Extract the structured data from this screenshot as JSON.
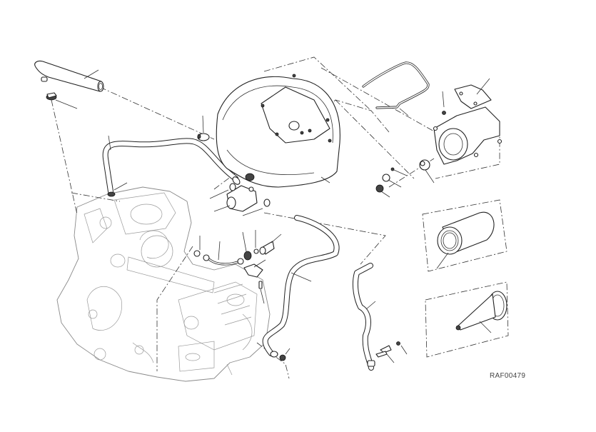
{
  "diagram": {
    "type": "exploded-parts-view",
    "reference_code": "RAF00479",
    "parts": [
      {
        "id": "inlet-tube",
        "icon": "pipe-icon"
      },
      {
        "id": "rubber-grommet",
        "icon": "grommet-icon"
      },
      {
        "id": "hose-clamp-upper",
        "icon": "clamp-icon"
      },
      {
        "id": "breather-hose-upper",
        "icon": "hose-icon"
      },
      {
        "id": "airbox",
        "icon": "airbox-icon"
      },
      {
        "id": "airbox-seal-wire",
        "icon": "seal-icon"
      },
      {
        "id": "airbox-bracket-cover",
        "icon": "cover-icon"
      },
      {
        "id": "intake-duct-housing",
        "icon": "duct-icon"
      },
      {
        "id": "air-filter-cartridge",
        "icon": "filter-icon"
      },
      {
        "id": "intake-funnel",
        "icon": "funnel-icon"
      },
      {
        "id": "three-way-fitting",
        "icon": "fitting-icon"
      },
      {
        "id": "small-hose-assembly",
        "icon": "hose-icon"
      },
      {
        "id": "sensor-valve",
        "icon": "valve-icon"
      },
      {
        "id": "mounting-bracket",
        "icon": "bracket-icon"
      },
      {
        "id": "breather-hose-lower",
        "icon": "hose-icon"
      },
      {
        "id": "drain-hose",
        "icon": "hose-icon"
      },
      {
        "id": "drain-clip",
        "icon": "clip-icon"
      },
      {
        "id": "screws-washers",
        "icon": "screw-icon"
      },
      {
        "id": "engine-assembly",
        "icon": "engine-icon"
      }
    ]
  }
}
